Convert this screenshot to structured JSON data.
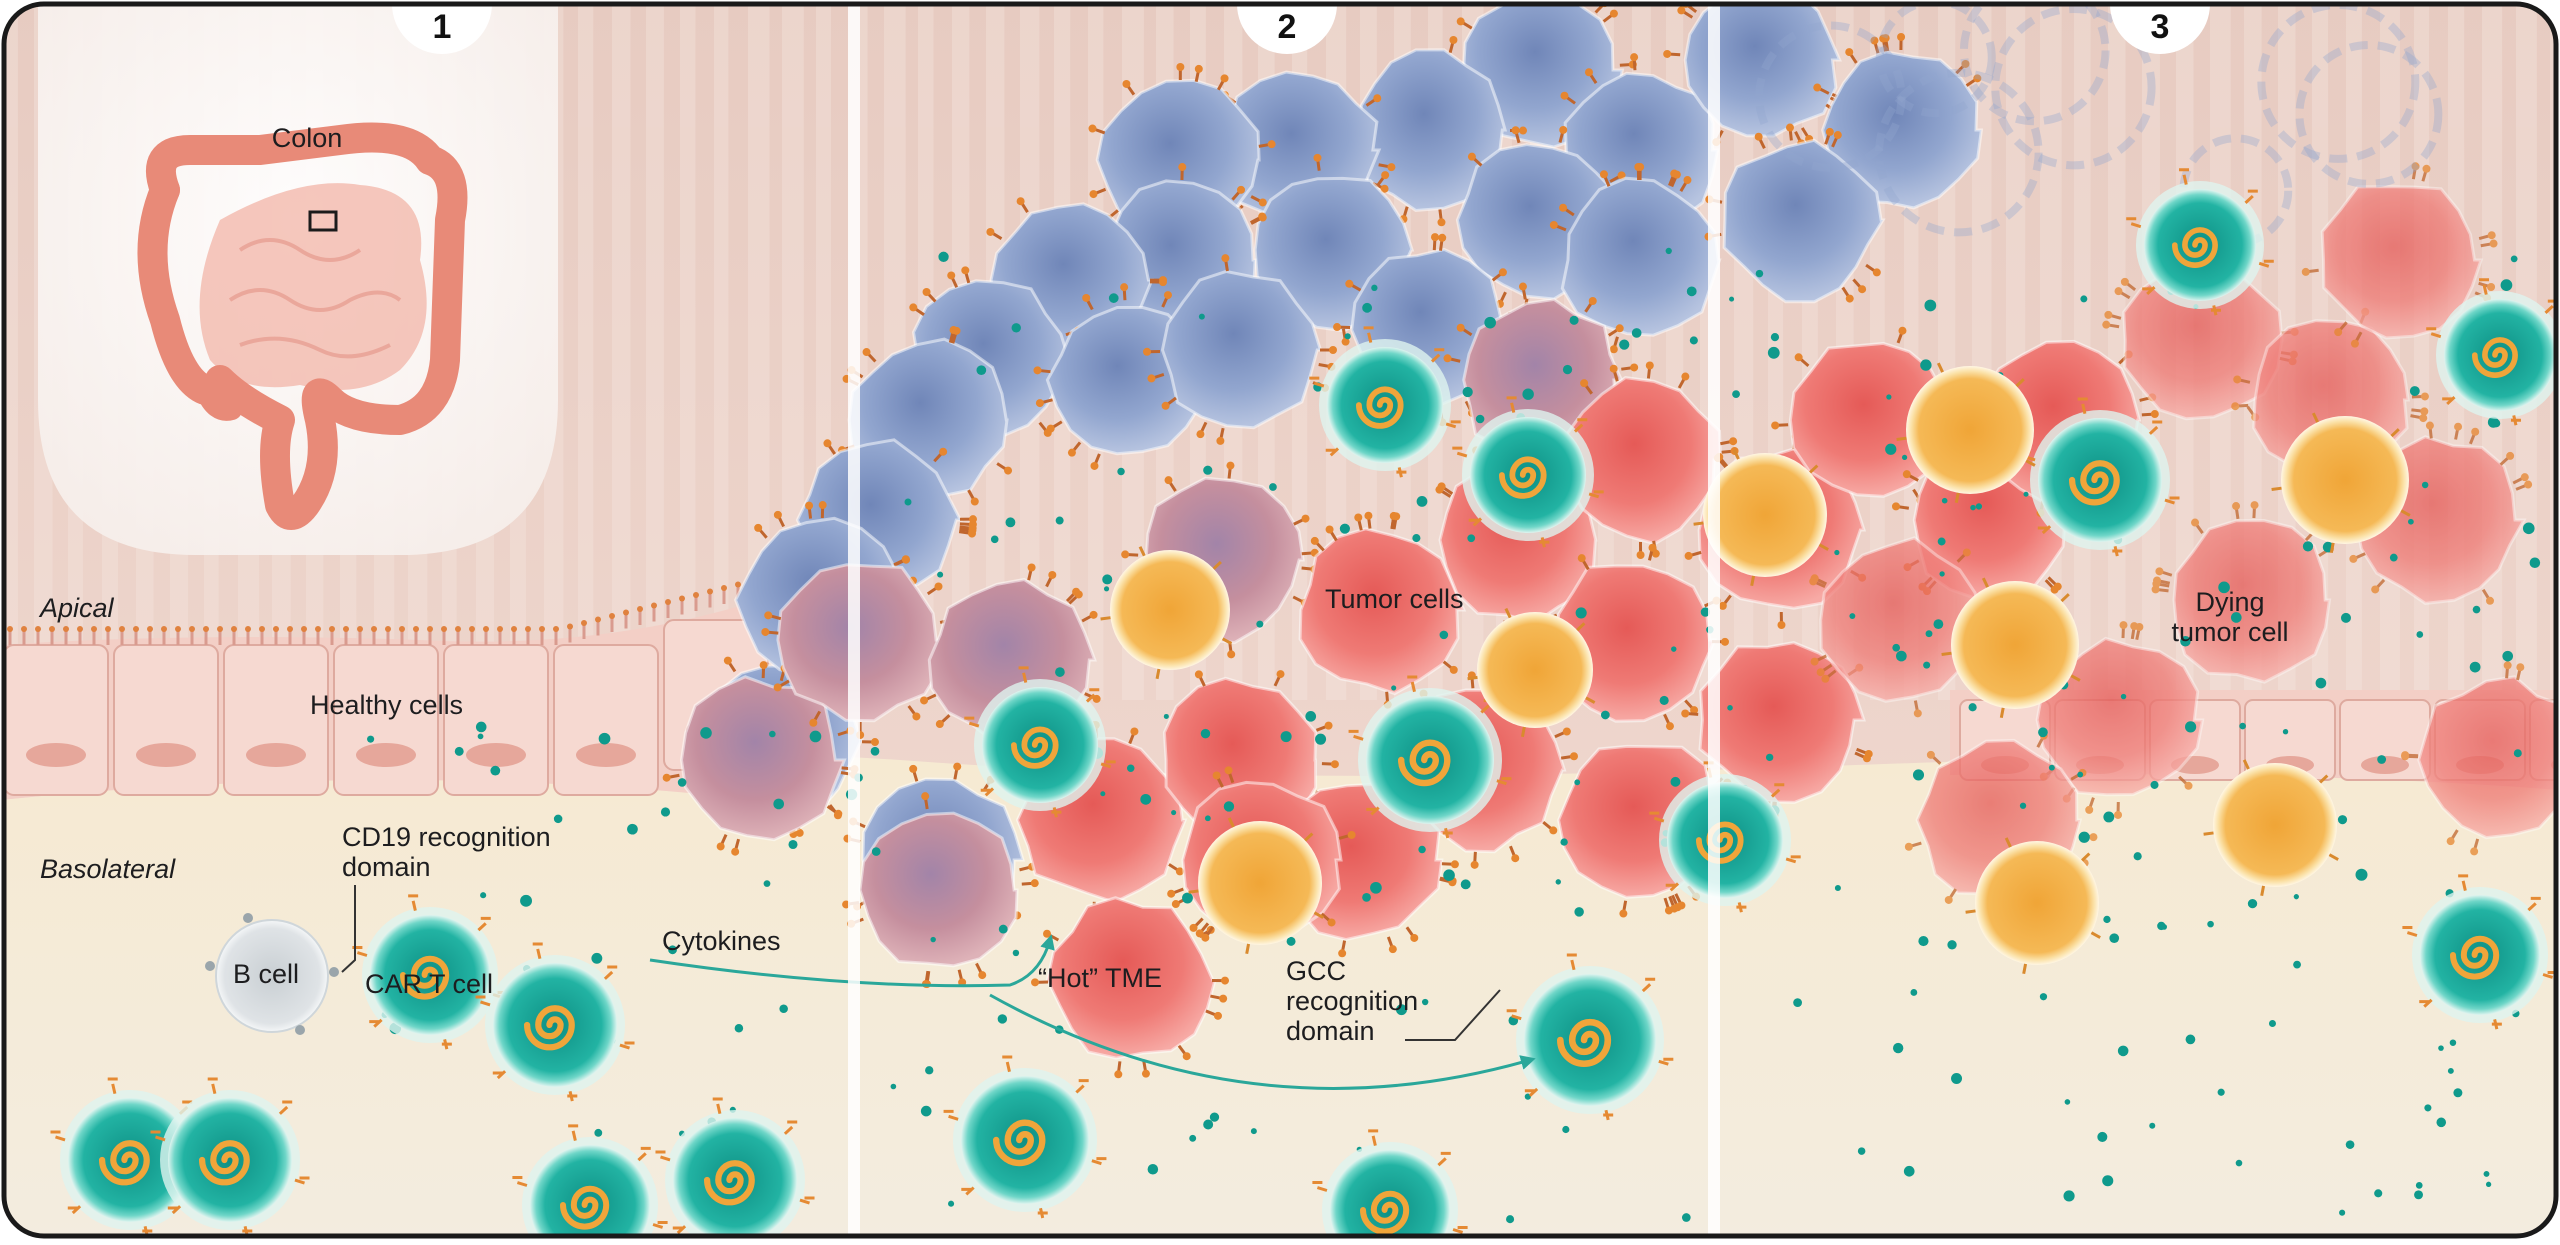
{
  "panels": [
    {
      "number": "1"
    },
    {
      "number": "2"
    },
    {
      "number": "3"
    }
  ],
  "labels": {
    "colon": "Colon",
    "apical": "Apical",
    "basolateral": "Basolateral",
    "healthy_cells": "Healthy cells",
    "cd19_line1": "CD19 recognition",
    "cd19_line2": "domain",
    "b_cell": "B cell",
    "car_t_cell": "CAR T cell",
    "cytokines": "Cytokines",
    "hot_tme": "“Hot” TME",
    "gcc_line1": "GCC",
    "gcc_line2": "recognition",
    "gcc_line3": "domain",
    "tumor_cells": "Tumor cells",
    "dying_line1": "Dying",
    "dying_line2": "tumor cell"
  },
  "colors": {
    "tumor_blue": "#8ea3cc",
    "tumor_red": "#ef6f6b",
    "car_t_teal": "#1fb5a5",
    "car_t_core": "#f0a53a",
    "activated_orange": "#f3b045",
    "healthy_pink": "#f3cfc6",
    "basolateral_cream": "#f5ecd8",
    "lumen_pink": "#ead1c8",
    "cytokine_teal": "#0f9a8c"
  }
}
